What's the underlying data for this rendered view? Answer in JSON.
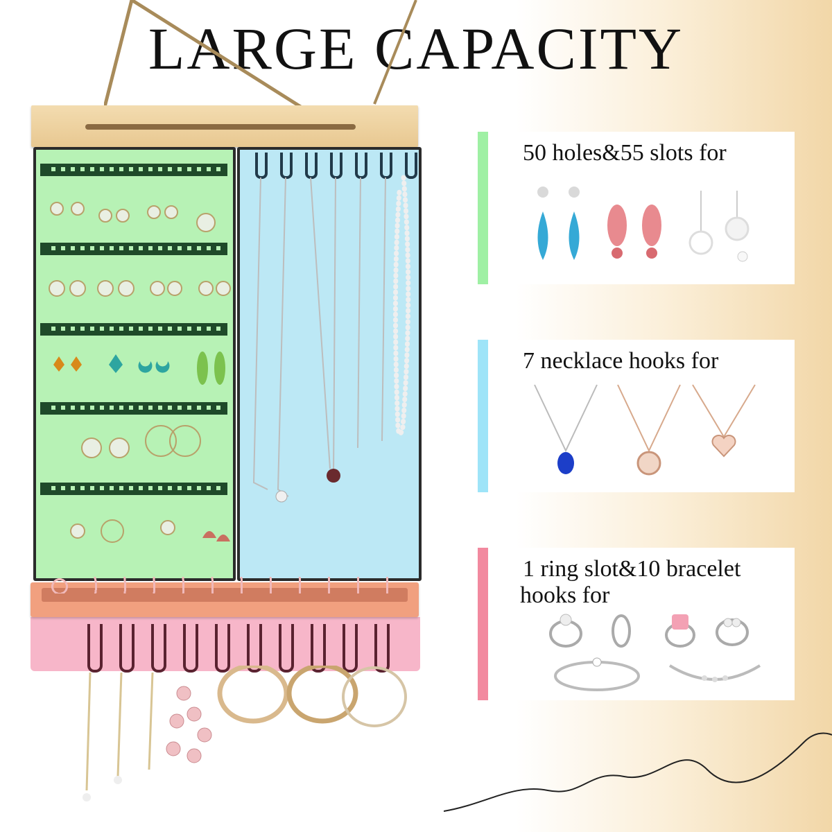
{
  "title": "LARGE CAPACITY",
  "sections": [
    {
      "text": "50 holes&55 slots for",
      "accent": "#9ff0a4"
    },
    {
      "text": "7 necklace hooks for",
      "accent": "#9ee4f8"
    },
    {
      "text": "1 ring slot&10 bracelet hooks for",
      "line1": "1 ring slot&10 bracelet",
      "line2": "hooks for",
      "accent": "#f2899f"
    }
  ],
  "colors": {
    "earring_panel": "#b7f2b5",
    "necklace_panel": "#bce8f5",
    "tray": "#f1a07f",
    "backboard": "#f7b6c9"
  }
}
